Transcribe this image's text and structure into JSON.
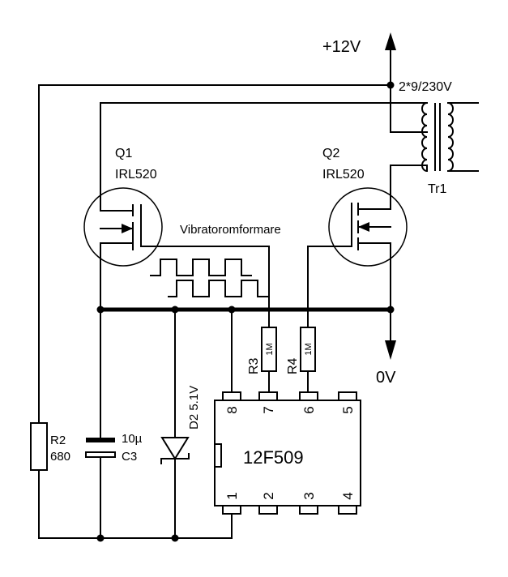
{
  "supply": {
    "plus_label": "+12V",
    "zero_label": "0V"
  },
  "transformer": {
    "rating": "2*9/230V",
    "name": "Tr1"
  },
  "q1": {
    "name": "Q1",
    "type": "IRL520"
  },
  "q2": {
    "name": "Q2",
    "type": "IRL520"
  },
  "title_label": "Vibratoromformare",
  "r2": {
    "name": "R2",
    "value": "680"
  },
  "c3": {
    "value": "10µ",
    "name": "C3"
  },
  "d2": {
    "label": "D2 5.1V"
  },
  "r3": {
    "name": "R3",
    "value": "1M"
  },
  "r4": {
    "name": "R4",
    "value": "1M"
  },
  "ic": {
    "name": "12F509",
    "pins_top": [
      "8",
      "7",
      "6",
      "5"
    ],
    "pins_bottom": [
      "1",
      "2",
      "3",
      "4"
    ]
  }
}
